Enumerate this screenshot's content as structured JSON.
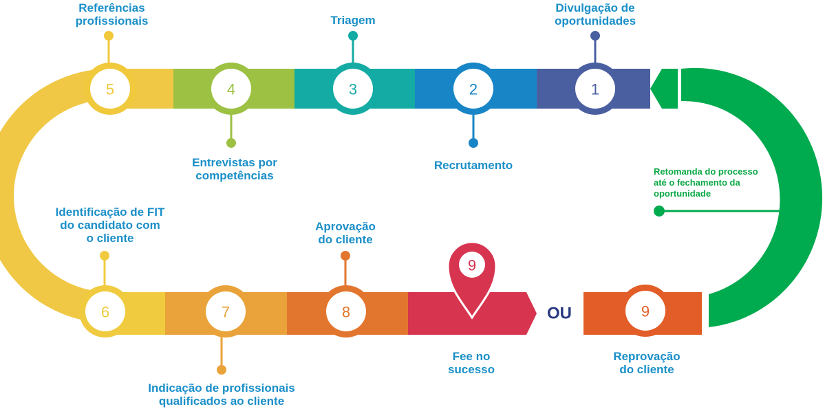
{
  "steps": [
    {
      "number": "1",
      "label_lines": [
        "Divulgação de",
        "oportunidades"
      ],
      "color": "#4a5fa0"
    },
    {
      "number": "2",
      "label_lines": [
        "Recrutamento"
      ],
      "color": "#1785c6"
    },
    {
      "number": "3",
      "label_lines": [
        "Triagem"
      ],
      "color": "#13aba3"
    },
    {
      "number": "4",
      "label_lines": [
        "Entrevistas por",
        "competências"
      ],
      "color": "#9cc143"
    },
    {
      "number": "5",
      "label_lines": [
        "Referências",
        "profissionais"
      ],
      "color": "#f0c93c"
    },
    {
      "number": "6",
      "label_lines": [
        "Identificação de FIT",
        "do candidato com",
        "o cliente"
      ],
      "color": "#f0cb40"
    },
    {
      "number": "7",
      "label_lines": [
        "Indicação de profissionais",
        "qualificados ao cliente"
      ],
      "color": "#e9a33a"
    },
    {
      "number": "8",
      "label_lines": [
        "Aprovação",
        "do cliente"
      ],
      "color": "#e2762f"
    }
  ],
  "outcome_success": {
    "number": "9",
    "label_lines": [
      "Fee no",
      "sucesso"
    ],
    "color": "#d7344f"
  },
  "separator": "OU",
  "outcome_failure": {
    "number": "9",
    "label_lines": [
      "Reprovação",
      "do cliente"
    ],
    "color": "#e25d27"
  },
  "loop_note": {
    "lines": [
      "Retomanda do processo",
      "até o fechamento da",
      "oportunidade"
    ],
    "color": "#0aa845"
  },
  "colors": {
    "label_text": "#1a8fc8",
    "loop_green": "#00aa4e",
    "separator": "#2a3a82"
  }
}
